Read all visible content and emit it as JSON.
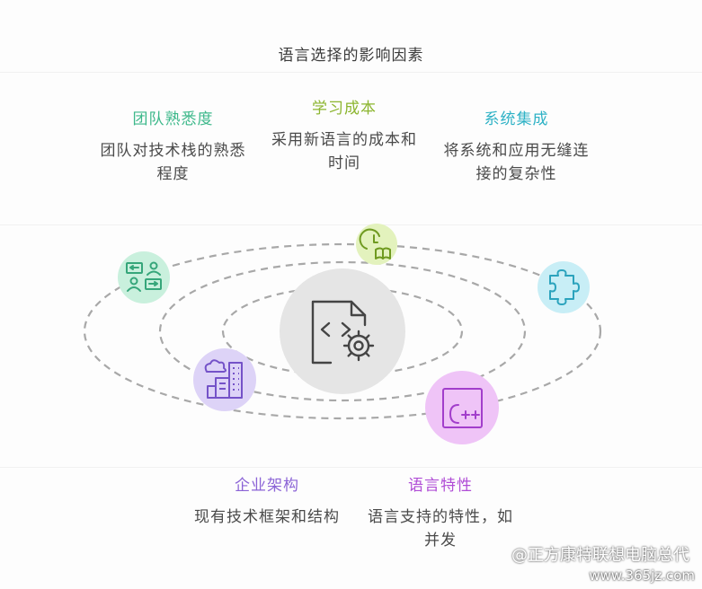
{
  "title": "语言选择的影响因素",
  "colors": {
    "familiarity": "#3cb88a",
    "learning": "#8cb52f",
    "integration": "#2fb2c6",
    "architecture": "#8b63d6",
    "features": "#b04dd6"
  },
  "factors": [
    {
      "title": "团队熟悉度",
      "desc": "团队对技术栈的熟悉程度",
      "icon": "team-chat-icon"
    },
    {
      "title": "学习成本",
      "desc": "采用新语言的成本和时间",
      "icon": "clock-book-icon"
    },
    {
      "title": "系统集成",
      "desc": "将系统和应用无缝连接的复杂性",
      "icon": "puzzle-icon"
    },
    {
      "title": "企业架构",
      "desc": "现有技术框架和结构",
      "icon": "buildings-icon"
    },
    {
      "title": "语言特性",
      "desc": "语言支持的特性，如并发",
      "icon": "cpp-icon"
    }
  ],
  "center_icon": "code-file-gear-icon",
  "watermark": {
    "text": "@正方康特联想电脑总代",
    "url": "www.365jz.com"
  }
}
